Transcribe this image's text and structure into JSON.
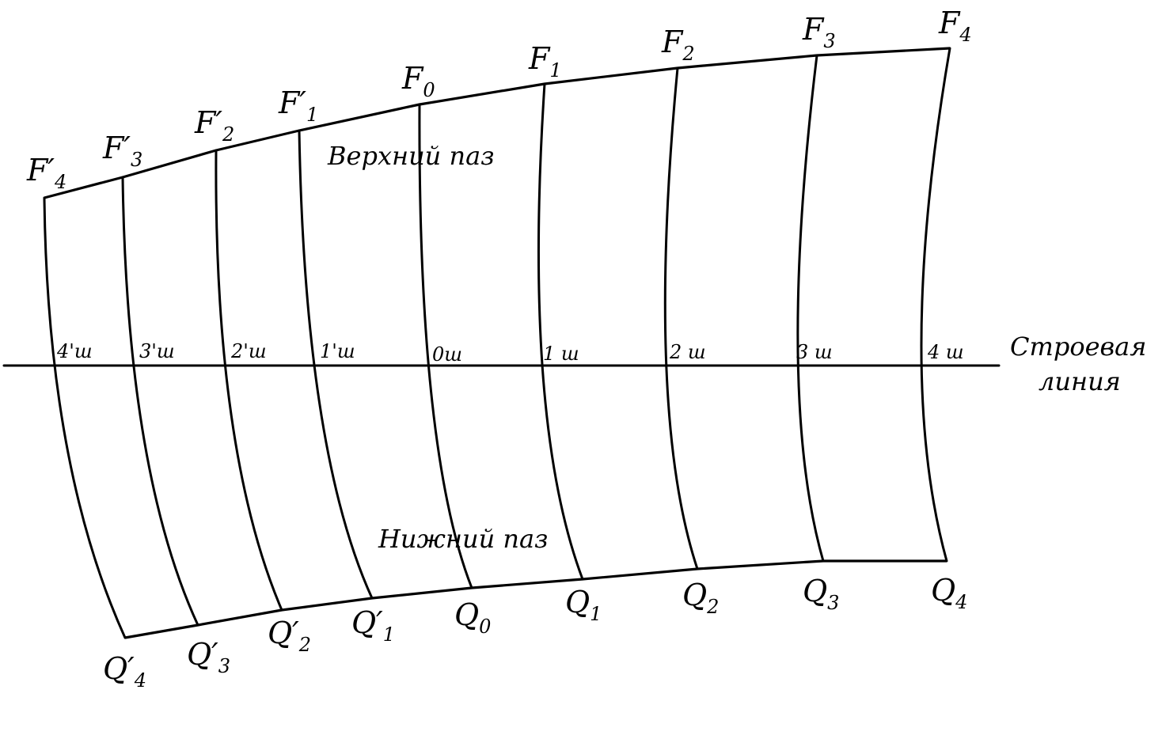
{
  "labels": {
    "top": [
      {
        "main": "F",
        "prime": "′",
        "sub": "4"
      },
      {
        "main": "F",
        "prime": "′",
        "sub": "3"
      },
      {
        "main": "F",
        "prime": "′",
        "sub": "2"
      },
      {
        "main": "F",
        "prime": "′",
        "sub": "1"
      },
      {
        "main": "F",
        "prime": "",
        "sub": "0"
      },
      {
        "main": "F",
        "prime": "",
        "sub": "1"
      },
      {
        "main": "F",
        "prime": "",
        "sub": "2"
      },
      {
        "main": "F",
        "prime": "",
        "sub": "3"
      },
      {
        "main": "F",
        "prime": "",
        "sub": "4"
      }
    ],
    "bottom": [
      {
        "main": "Q",
        "prime": "′",
        "sub": "4"
      },
      {
        "main": "Q",
        "prime": "′",
        "sub": "3"
      },
      {
        "main": "Q",
        "prime": "′",
        "sub": "2"
      },
      {
        "main": "Q",
        "prime": "′",
        "sub": "1"
      },
      {
        "main": "Q",
        "prime": "",
        "sub": "0"
      },
      {
        "main": "Q",
        "prime": "",
        "sub": "1"
      },
      {
        "main": "Q",
        "prime": "",
        "sub": "2"
      },
      {
        "main": "Q",
        "prime": "",
        "sub": "3"
      },
      {
        "main": "Q",
        "prime": "",
        "sub": "4"
      }
    ],
    "positions": [
      "4'ш",
      "3'ш",
      "2'ш",
      "1'ш",
      "0ш",
      "1 ш",
      "2 ш",
      "3 ш",
      "4 ш"
    ]
  },
  "captions": {
    "upper_groove": "Верхний паз",
    "lower_groove": "Нижний паз",
    "line_word1": "Строевая",
    "line_word2": "линия"
  }
}
